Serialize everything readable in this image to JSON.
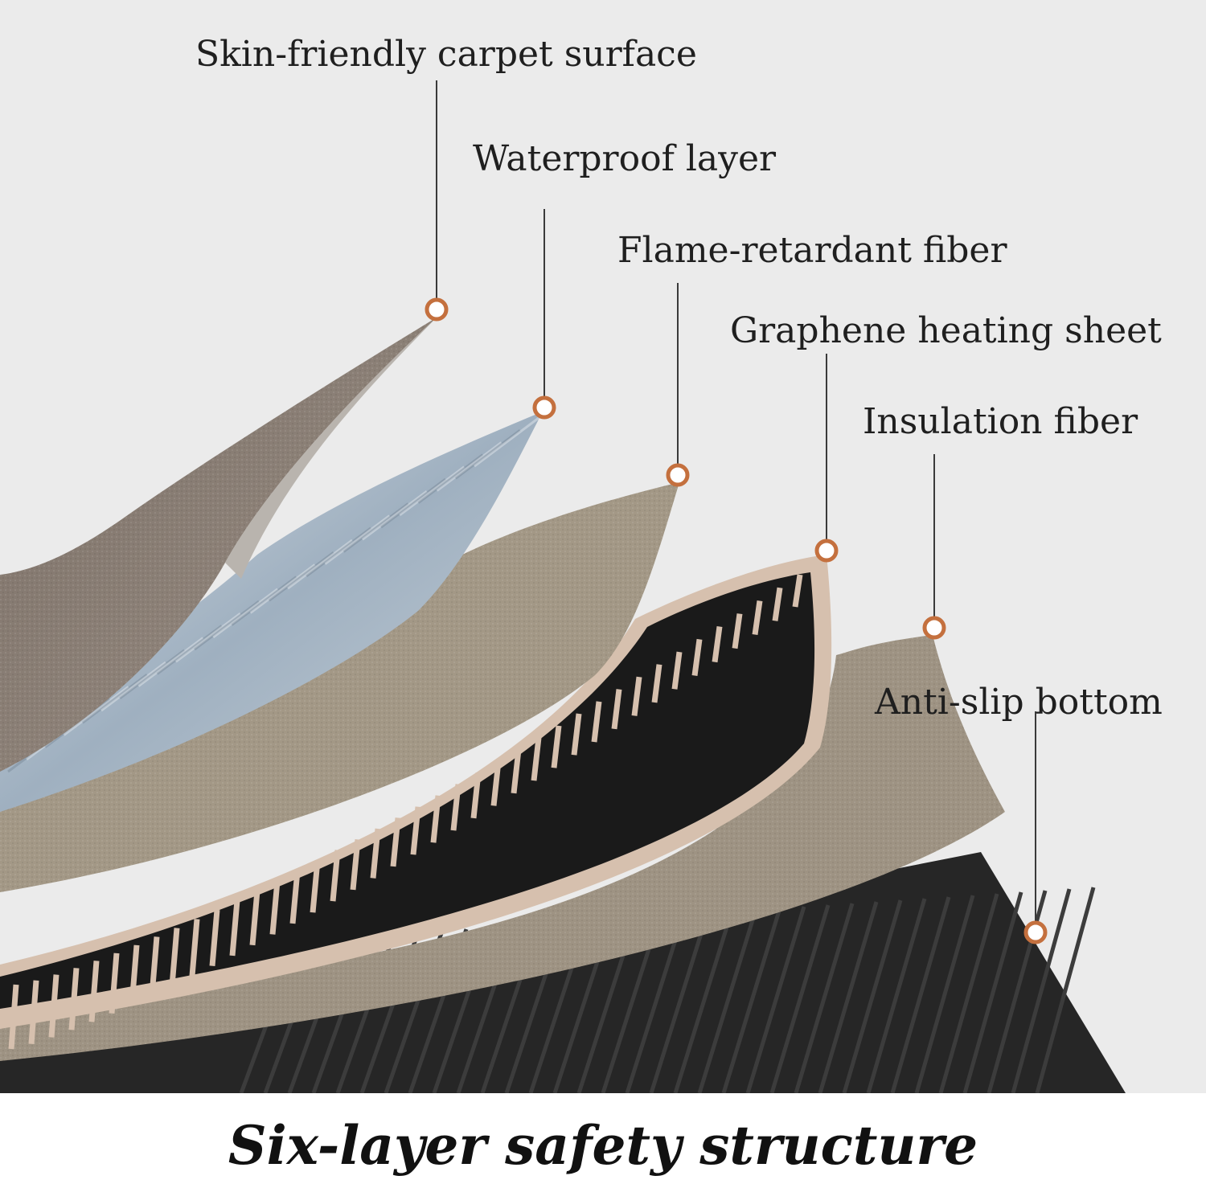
{
  "labels": [
    "Skin-friendly carpet surface",
    "Waterproof layer",
    "Flame-retardant fiber",
    "Graphene heating sheet",
    "Insulation fiber",
    "Anti-slip bottom"
  ],
  "caption": "Six-layer safety structure",
  "colors": {
    "background": "#ebebeb",
    "marker": "#c4703e",
    "carpet": "#8a7e74",
    "waterproof": "#aebac6",
    "flame_fiber": "#a39886",
    "heating_strips": "#1a1a1a",
    "heating_frame": "#d6c0ae",
    "insulation": "#9e9383",
    "anti_slip": "#262626",
    "text": "#1f1f1f"
  }
}
